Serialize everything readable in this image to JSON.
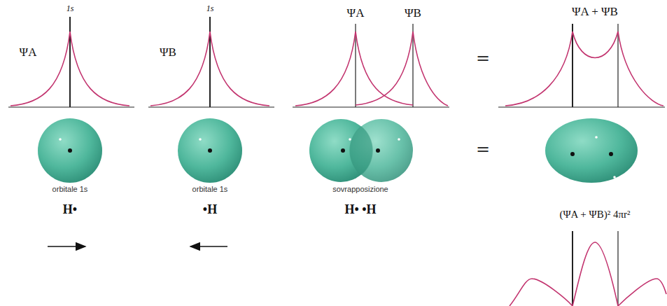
{
  "diagram": {
    "labels": [
      "1s",
      "ΨA",
      "1s",
      "ΨB",
      "ΨA",
      "ΨB",
      "ΨA + ΨB",
      "=",
      "=",
      "orbitale 1s",
      "orbitale 1s",
      "sovrapposizione",
      "H•",
      "•H",
      "H• •H",
      "(ΨA + ΨB)² 4πr²"
    ]
  }
}
